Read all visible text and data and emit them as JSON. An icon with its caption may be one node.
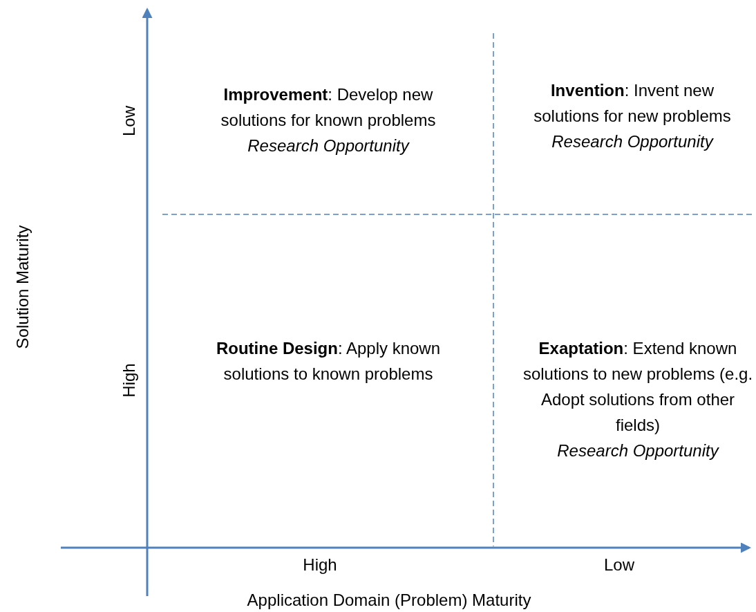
{
  "diagram": {
    "nodes": [
      {
        "text": [
          "**Improvement**: Develop new solutions for known problems",
          "Research Opportunity"
        ]
      },
      {
        "text": [
          "**Invention**: Invent new solutions for new problems",
          "Research Opportunity"
        ]
      },
      {
        "text": [
          "**Routine Design**: Apply known solutions to known problems"
        ]
      },
      {
        "text": [
          "**Exaptation**: Extend known solutions to new problems (e.g. Adopt solutions from other fields)",
          "Research Opportunity"
        ]
      }
    ],
    "edges": [],
    "labels": [
      "Low",
      "Solution Maturity",
      "High",
      "High",
      "Low",
      "Application Domain (Problem) Maturity"
    ]
  }
}
